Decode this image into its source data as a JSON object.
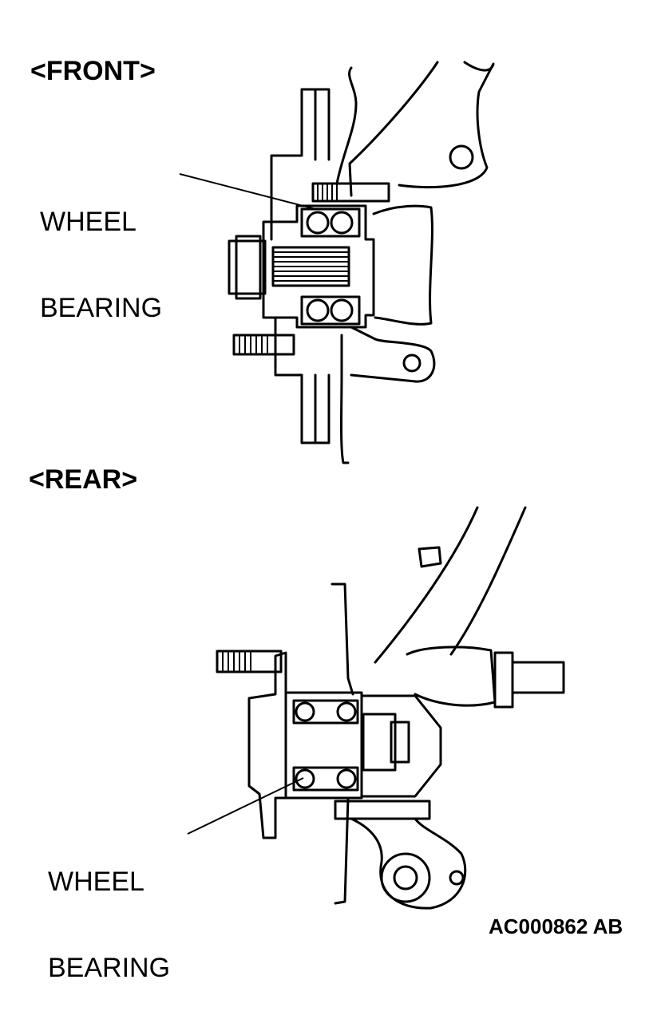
{
  "front": {
    "heading": "<FRONT>",
    "callout": {
      "line1": "WHEEL",
      "line2": "BEARING"
    }
  },
  "rear": {
    "heading": "<REAR>",
    "callout": {
      "line1": "WHEEL",
      "line2": "BEARING"
    }
  },
  "figure_code": "AC000862 AB"
}
